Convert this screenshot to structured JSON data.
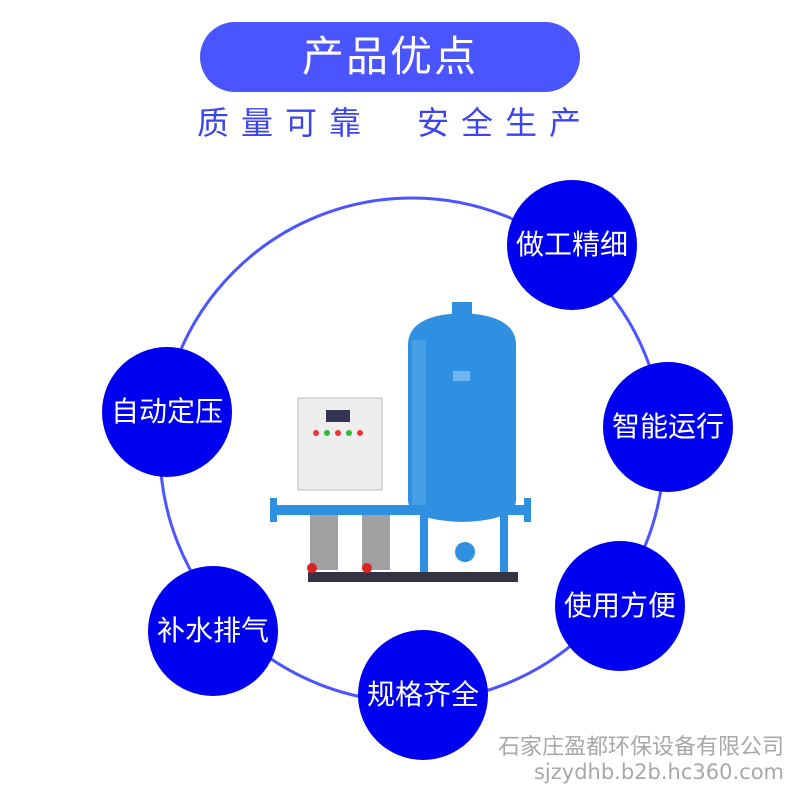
{
  "header": {
    "title": "产品优点",
    "subtitle_left": "质量可靠",
    "subtitle_right": "安全生产"
  },
  "features": [
    "做工精细",
    "智能运行",
    "使用方便",
    "规格齐全",
    "补水排气",
    "自动定压"
  ],
  "watermark": {
    "company": "石家庄盈都环保设备有限公司",
    "url": "sjzydhb.b2b.hc360.com"
  },
  "colors": {
    "pill": "#4b55ff",
    "bubble": "#0000f0",
    "ring": "#4b55ff",
    "tank": "#2f8fe0"
  }
}
